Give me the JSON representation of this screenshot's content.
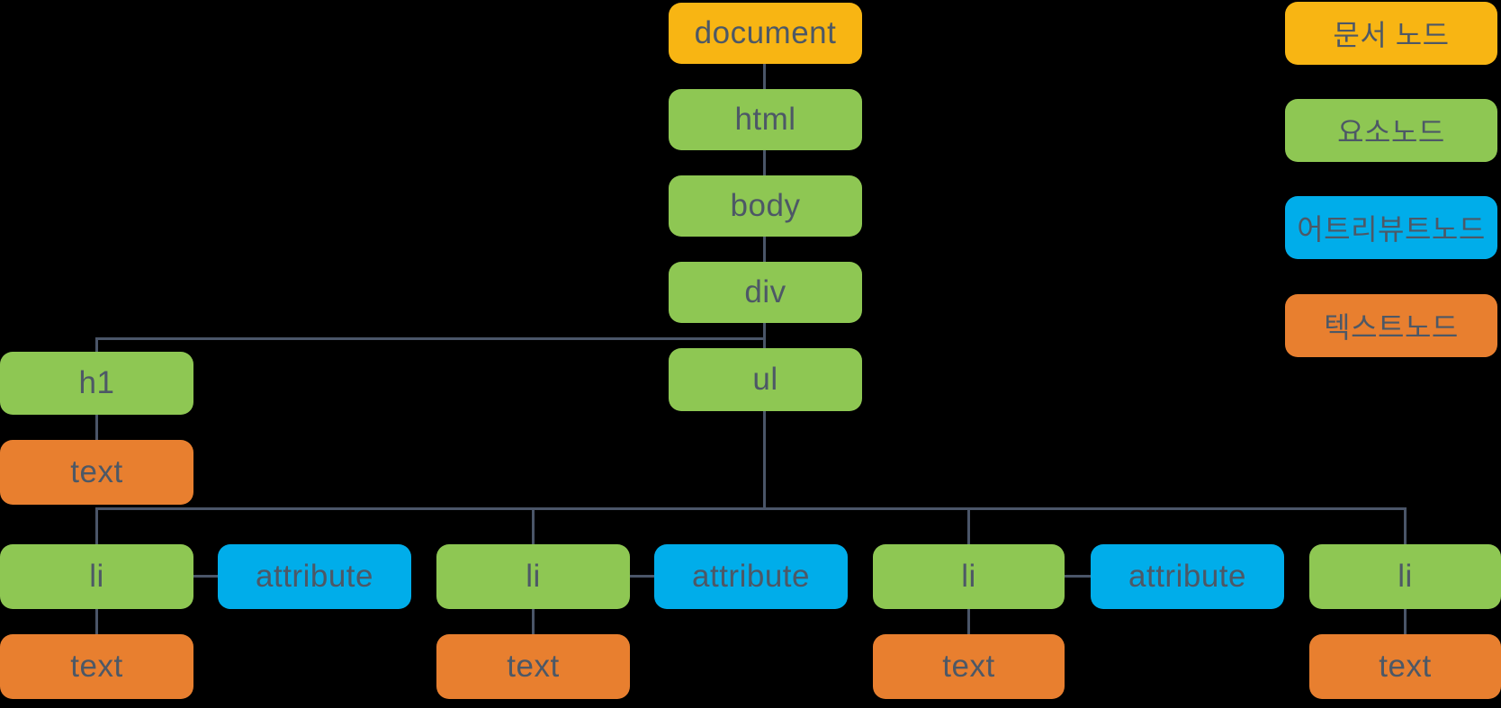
{
  "diagram": {
    "description": "DOM tree structure diagram",
    "tree": {
      "document": {
        "label": "document",
        "type": "document-node"
      },
      "html": {
        "label": "html",
        "type": "element-node"
      },
      "body": {
        "label": "body",
        "type": "element-node"
      },
      "div": {
        "label": "div",
        "type": "element-node"
      },
      "ul": {
        "label": "ul",
        "type": "element-node"
      },
      "h1": {
        "label": "h1",
        "type": "element-node"
      },
      "h1_text": {
        "label": "text",
        "type": "text-node"
      },
      "li_1": {
        "label": "li",
        "type": "element-node"
      },
      "li_1_attr": {
        "label": "attribute",
        "type": "attribute-node"
      },
      "li_1_text": {
        "label": "text",
        "type": "text-node"
      },
      "li_2": {
        "label": "li",
        "type": "element-node"
      },
      "li_2_attr": {
        "label": "attribute",
        "type": "attribute-node"
      },
      "li_2_text": {
        "label": "text",
        "type": "text-node"
      },
      "li_3": {
        "label": "li",
        "type": "element-node"
      },
      "li_3_attr": {
        "label": "attribute",
        "type": "attribute-node"
      },
      "li_3_text": {
        "label": "text",
        "type": "text-node"
      },
      "li_4": {
        "label": "li",
        "type": "element-node"
      },
      "li_4_text": {
        "label": "text",
        "type": "text-node"
      }
    }
  },
  "legend": {
    "items": [
      {
        "label": "문서 노드",
        "type": "document-node",
        "color": "#F8B513"
      },
      {
        "label": "요소노드",
        "type": "element-node",
        "color": "#8EC753"
      },
      {
        "label": "어트리뷰트노드",
        "type": "attribute-node",
        "color": "#00ADEA"
      },
      {
        "label": "텍스트노드",
        "type": "text-node",
        "color": "#E87F2F"
      }
    ]
  },
  "colors": {
    "document_node": "#F8B513",
    "element_node": "#8EC753",
    "attribute_node": "#00ADEA",
    "text_node": "#E87F2F",
    "connector": "#4A5568",
    "node_label": "#4D5866",
    "background": "#000000"
  }
}
